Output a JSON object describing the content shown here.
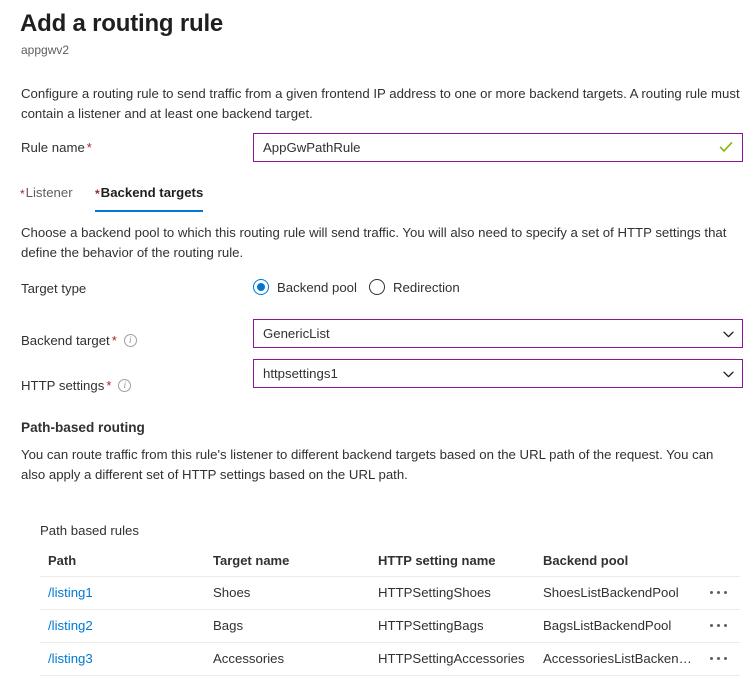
{
  "header": {
    "title": "Add a routing rule",
    "subtitle": "appgwv2"
  },
  "intro": {
    "description": "Configure a routing rule to send traffic from a given frontend IP address to one or more backend targets. A routing rule must contain a listener and at least one backend target."
  },
  "rule_name": {
    "label": "Rule name",
    "required_marker": "*",
    "value": "AppGwPathRule",
    "valid_icon": "checkmark-icon",
    "border_color": "#881798",
    "valid_color": "#7fba00"
  },
  "tabs": [
    {
      "label": "Listener",
      "required_marker": "*",
      "active": false
    },
    {
      "label": "Backend targets",
      "required_marker": "*",
      "active": true
    }
  ],
  "tab_accent_color": "#0078d4",
  "backend_tab": {
    "description": "Choose a backend pool to which this routing rule will send traffic. You will also need to specify a set of HTTP settings that define the behavior of the routing rule.",
    "target_type": {
      "label": "Target type",
      "options": [
        {
          "label": "Backend pool",
          "selected": true
        },
        {
          "label": "Redirection",
          "selected": false
        }
      ]
    },
    "backend_target": {
      "label": "Backend target",
      "required_marker": "*",
      "info_icon": "info-circle-icon",
      "value": "GenericList"
    },
    "http_settings": {
      "label": "HTTP settings",
      "required_marker": "*",
      "info_icon": "info-circle-icon",
      "value": "httpsettings1"
    }
  },
  "path_based_routing": {
    "heading": "Path-based routing",
    "description": "You can route traffic from this rule's listener to different backend targets based on the URL path of the request. You can also apply a different set of HTTP settings based on the URL path.",
    "table_caption": "Path based rules",
    "columns": [
      "Path",
      "Target name",
      "HTTP setting name",
      "Backend pool"
    ],
    "rows": [
      {
        "path": "/listing1",
        "target_name": "Shoes",
        "http_setting_name": "HTTPSettingShoes",
        "backend_pool": "ShoesListBackendPool",
        "menu_icon": "more-options-icon"
      },
      {
        "path": "/listing2",
        "target_name": "Bags",
        "http_setting_name": "HTTPSettingBags",
        "backend_pool": "BagsListBackendPool",
        "menu_icon": "more-options-icon"
      },
      {
        "path": "/listing3",
        "target_name": "Accessories",
        "http_setting_name": "HTTPSettingAccessories",
        "backend_pool": "AccessoriesListBackendP...",
        "menu_icon": "more-options-icon"
      }
    ]
  },
  "colors": {
    "link": "#0078d4",
    "required": "#a4262c",
    "field_border": "#881798"
  }
}
